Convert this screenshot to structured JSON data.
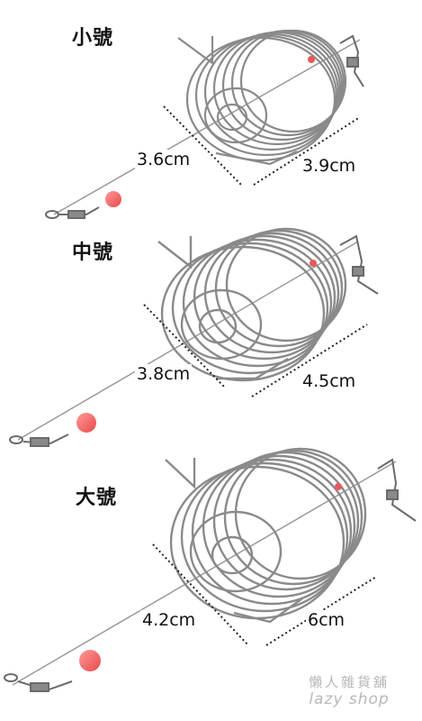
{
  "image": {
    "subject": "stainless steel wire spring bait cage feeders in three sizes",
    "background": "#ffffff",
    "wire_color": "#8a8a8a",
    "bead_color": "#f25a5a"
  },
  "cages": [
    {
      "size_label": "小號",
      "length": "3.6cm",
      "diameter": "3.9cm"
    },
    {
      "size_label": "中號",
      "length": "3.8cm",
      "diameter": "4.5cm"
    },
    {
      "size_label": "大號",
      "length": "4.2cm",
      "diameter": "6cm"
    }
  ],
  "watermark": {
    "chinese": "懶人雜貨舖",
    "english": "lazy shop"
  }
}
